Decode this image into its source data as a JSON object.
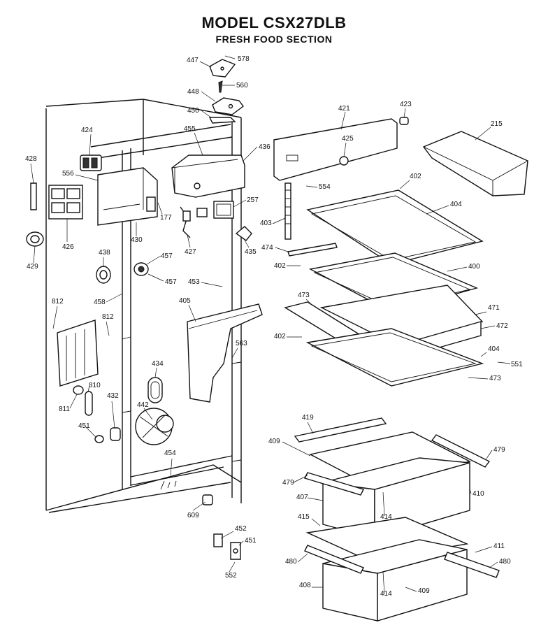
{
  "title": "MODEL CSX27DLB",
  "subtitle": "FRESH FOOD SECTION",
  "callouts": [
    {
      "id": "447",
      "text": "447"
    },
    {
      "id": "578",
      "text": "578"
    },
    {
      "id": "560",
      "text": "560"
    },
    {
      "id": "448",
      "text": "448"
    },
    {
      "id": "450",
      "text": "450"
    },
    {
      "id": "421",
      "text": "421"
    },
    {
      "id": "423",
      "text": "423"
    },
    {
      "id": "215",
      "text": "215"
    },
    {
      "id": "424",
      "text": "424"
    },
    {
      "id": "455",
      "text": "455"
    },
    {
      "id": "436",
      "text": "436"
    },
    {
      "id": "425",
      "text": "425"
    },
    {
      "id": "428",
      "text": "428"
    },
    {
      "id": "556",
      "text": "556"
    },
    {
      "id": "402a",
      "text": "402"
    },
    {
      "id": "554",
      "text": "554"
    },
    {
      "id": "257",
      "text": "257"
    },
    {
      "id": "404a",
      "text": "404"
    },
    {
      "id": "403",
      "text": "403"
    },
    {
      "id": "177",
      "text": "177"
    },
    {
      "id": "426",
      "text": "426"
    },
    {
      "id": "430",
      "text": "430"
    },
    {
      "id": "427",
      "text": "427"
    },
    {
      "id": "435",
      "text": "435"
    },
    {
      "id": "474",
      "text": "474"
    },
    {
      "id": "429",
      "text": "429"
    },
    {
      "id": "438",
      "text": "438"
    },
    {
      "id": "457a",
      "text": "457"
    },
    {
      "id": "402b",
      "text": "402"
    },
    {
      "id": "400",
      "text": "400"
    },
    {
      "id": "457b",
      "text": "457"
    },
    {
      "id": "453",
      "text": "453"
    },
    {
      "id": "812a",
      "text": "812"
    },
    {
      "id": "458",
      "text": "458"
    },
    {
      "id": "405",
      "text": "405"
    },
    {
      "id": "473a",
      "text": "473"
    },
    {
      "id": "471",
      "text": "471"
    },
    {
      "id": "812b",
      "text": "812"
    },
    {
      "id": "472",
      "text": "472"
    },
    {
      "id": "402c",
      "text": "402"
    },
    {
      "id": "563",
      "text": "563"
    },
    {
      "id": "404b",
      "text": "404"
    },
    {
      "id": "551",
      "text": "551"
    },
    {
      "id": "473b",
      "text": "473"
    },
    {
      "id": "434",
      "text": "434"
    },
    {
      "id": "810",
      "text": "810"
    },
    {
      "id": "811",
      "text": "811"
    },
    {
      "id": "432",
      "text": "432"
    },
    {
      "id": "442",
      "text": "442"
    },
    {
      "id": "451a",
      "text": "451"
    },
    {
      "id": "419",
      "text": "419"
    },
    {
      "id": "409a",
      "text": "409"
    },
    {
      "id": "479a",
      "text": "479"
    },
    {
      "id": "454",
      "text": "454"
    },
    {
      "id": "479b",
      "text": "479"
    },
    {
      "id": "410",
      "text": "410"
    },
    {
      "id": "407",
      "text": "407"
    },
    {
      "id": "414a",
      "text": "414"
    },
    {
      "id": "609",
      "text": "609"
    },
    {
      "id": "415",
      "text": "415"
    },
    {
      "id": "452",
      "text": "452"
    },
    {
      "id": "451b",
      "text": "451"
    },
    {
      "id": "411",
      "text": "411"
    },
    {
      "id": "480a",
      "text": "480"
    },
    {
      "id": "480b",
      "text": "480"
    },
    {
      "id": "552",
      "text": "552"
    },
    {
      "id": "408",
      "text": "408"
    },
    {
      "id": "414b",
      "text": "414"
    },
    {
      "id": "409b",
      "text": "409"
    }
  ]
}
